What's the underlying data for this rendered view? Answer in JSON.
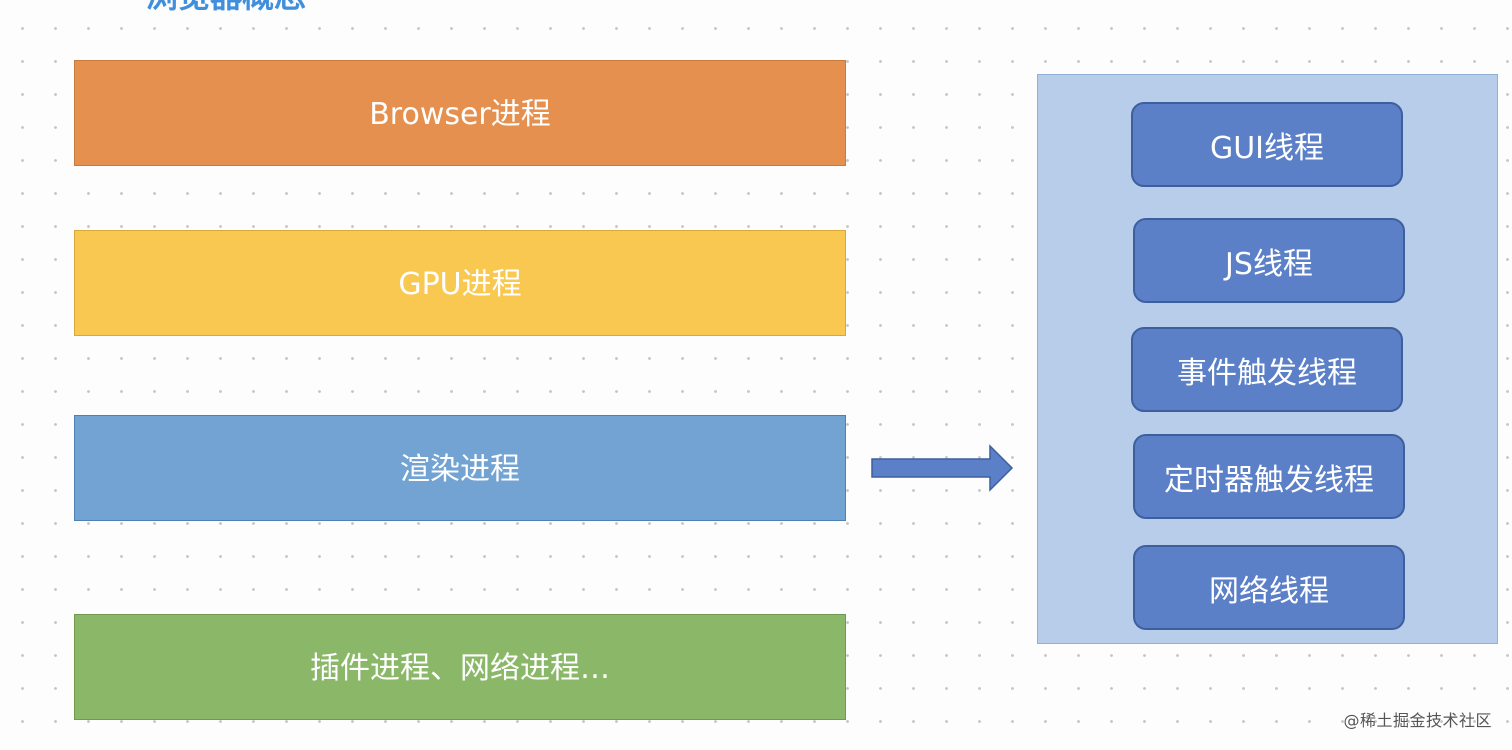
{
  "title_fragment": "浏览器概念",
  "processes": {
    "browser": "Browser进程",
    "gpu": "GPU进程",
    "render": "渲染进程",
    "plugin_network": "插件进程、网络进程…"
  },
  "threads": {
    "gui": "GUI线程",
    "js": "JS线程",
    "event_trigger": "事件触发线程",
    "timer_trigger": "定时器触发线程",
    "network": "网络线程"
  },
  "watermark": "@稀土掘金技术社区",
  "colors": {
    "browser_process": "#e5904f",
    "gpu_process": "#f8c851",
    "render_process": "#72a3d3",
    "plugin_process": "#8bb868",
    "thread_box": "#5b80c8",
    "thread_panel": "#b7cde9",
    "arrow": "#5b80c8",
    "title": "#3f8fdd"
  },
  "icons": {
    "connector": "right-arrow-icon"
  }
}
